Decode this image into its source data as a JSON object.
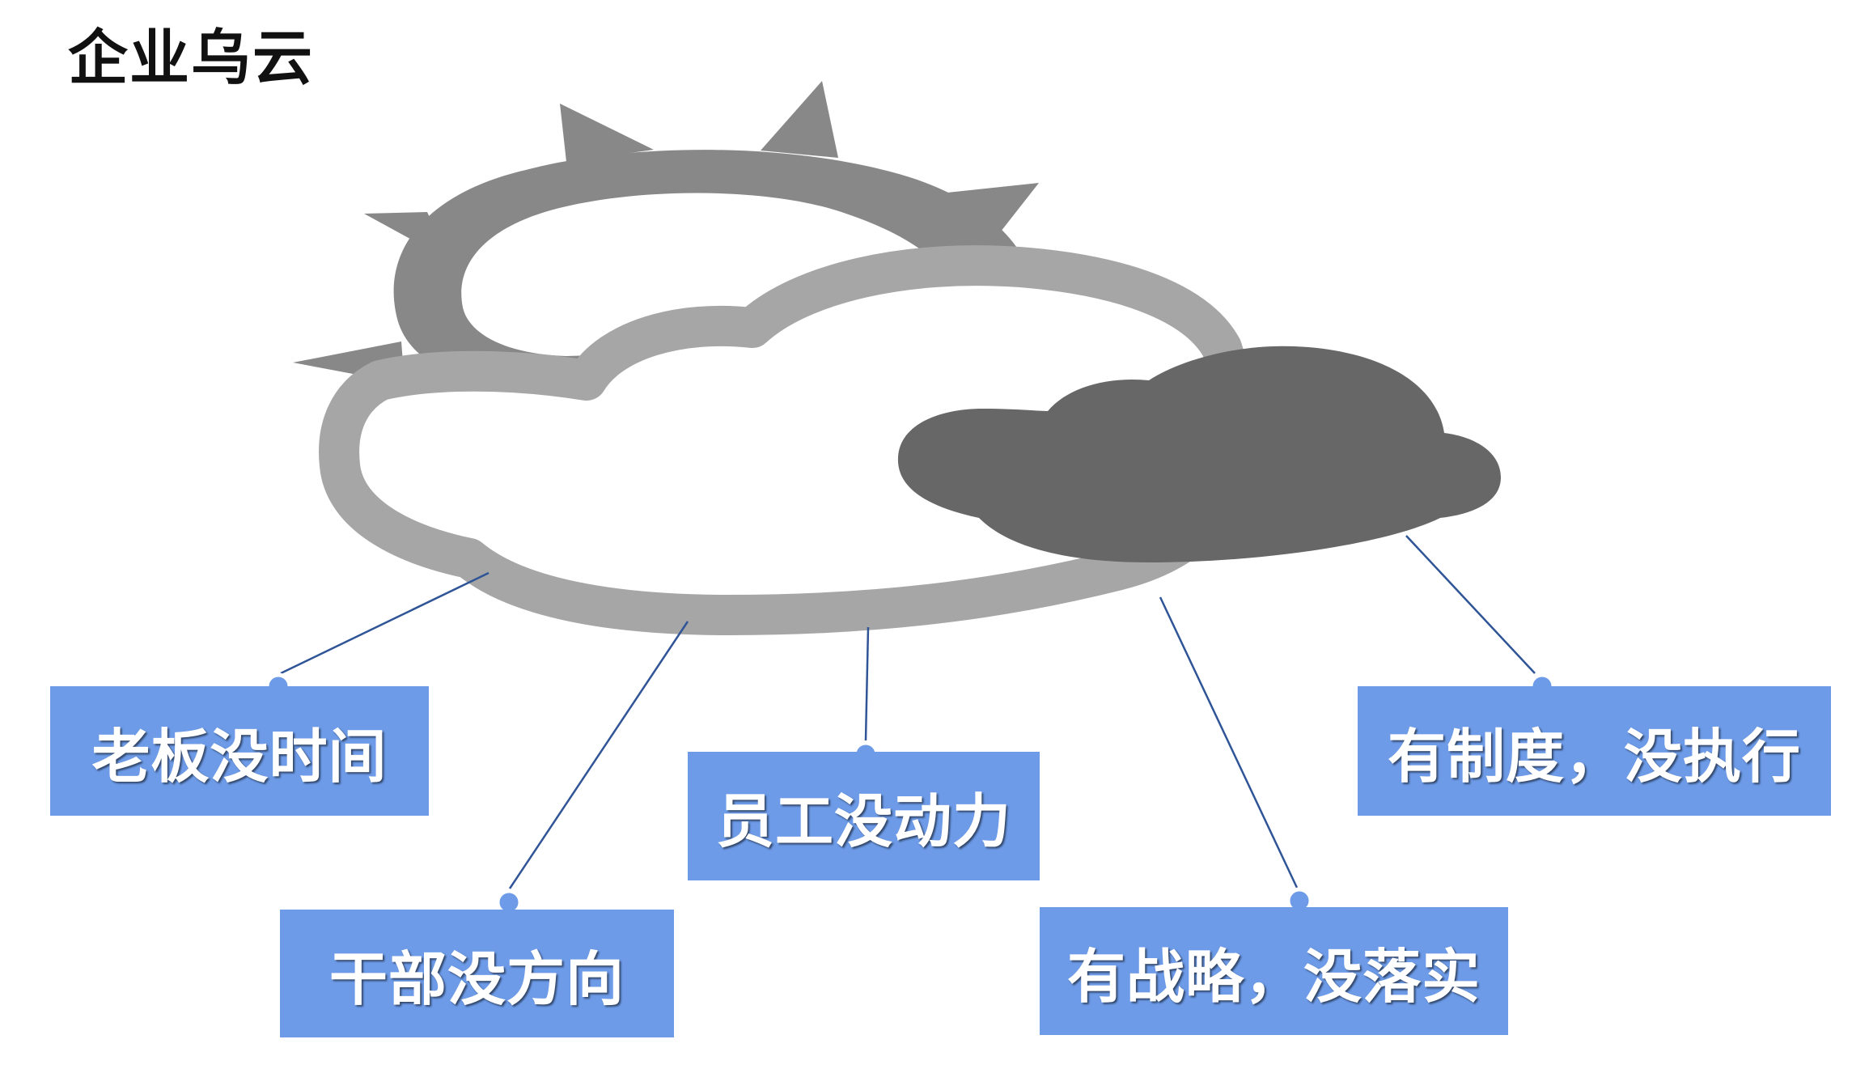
{
  "title": "企业乌云",
  "labels": {
    "boss": "老板没时间",
    "cadre": "干部没方向",
    "staff": "员工没动力",
    "strategy": "有战略，没落实",
    "system": "有制度，没执行"
  },
  "colors": {
    "sun": "#888888",
    "cloud_outline": "#a6a6a6",
    "dark_cloud": "#676767",
    "box": "#6d9be8",
    "connector": "#2f5597"
  },
  "icons": {
    "sun": "sun-icon",
    "cloud": "cloud-icon",
    "dark_cloud": "dark-cloud-icon"
  }
}
